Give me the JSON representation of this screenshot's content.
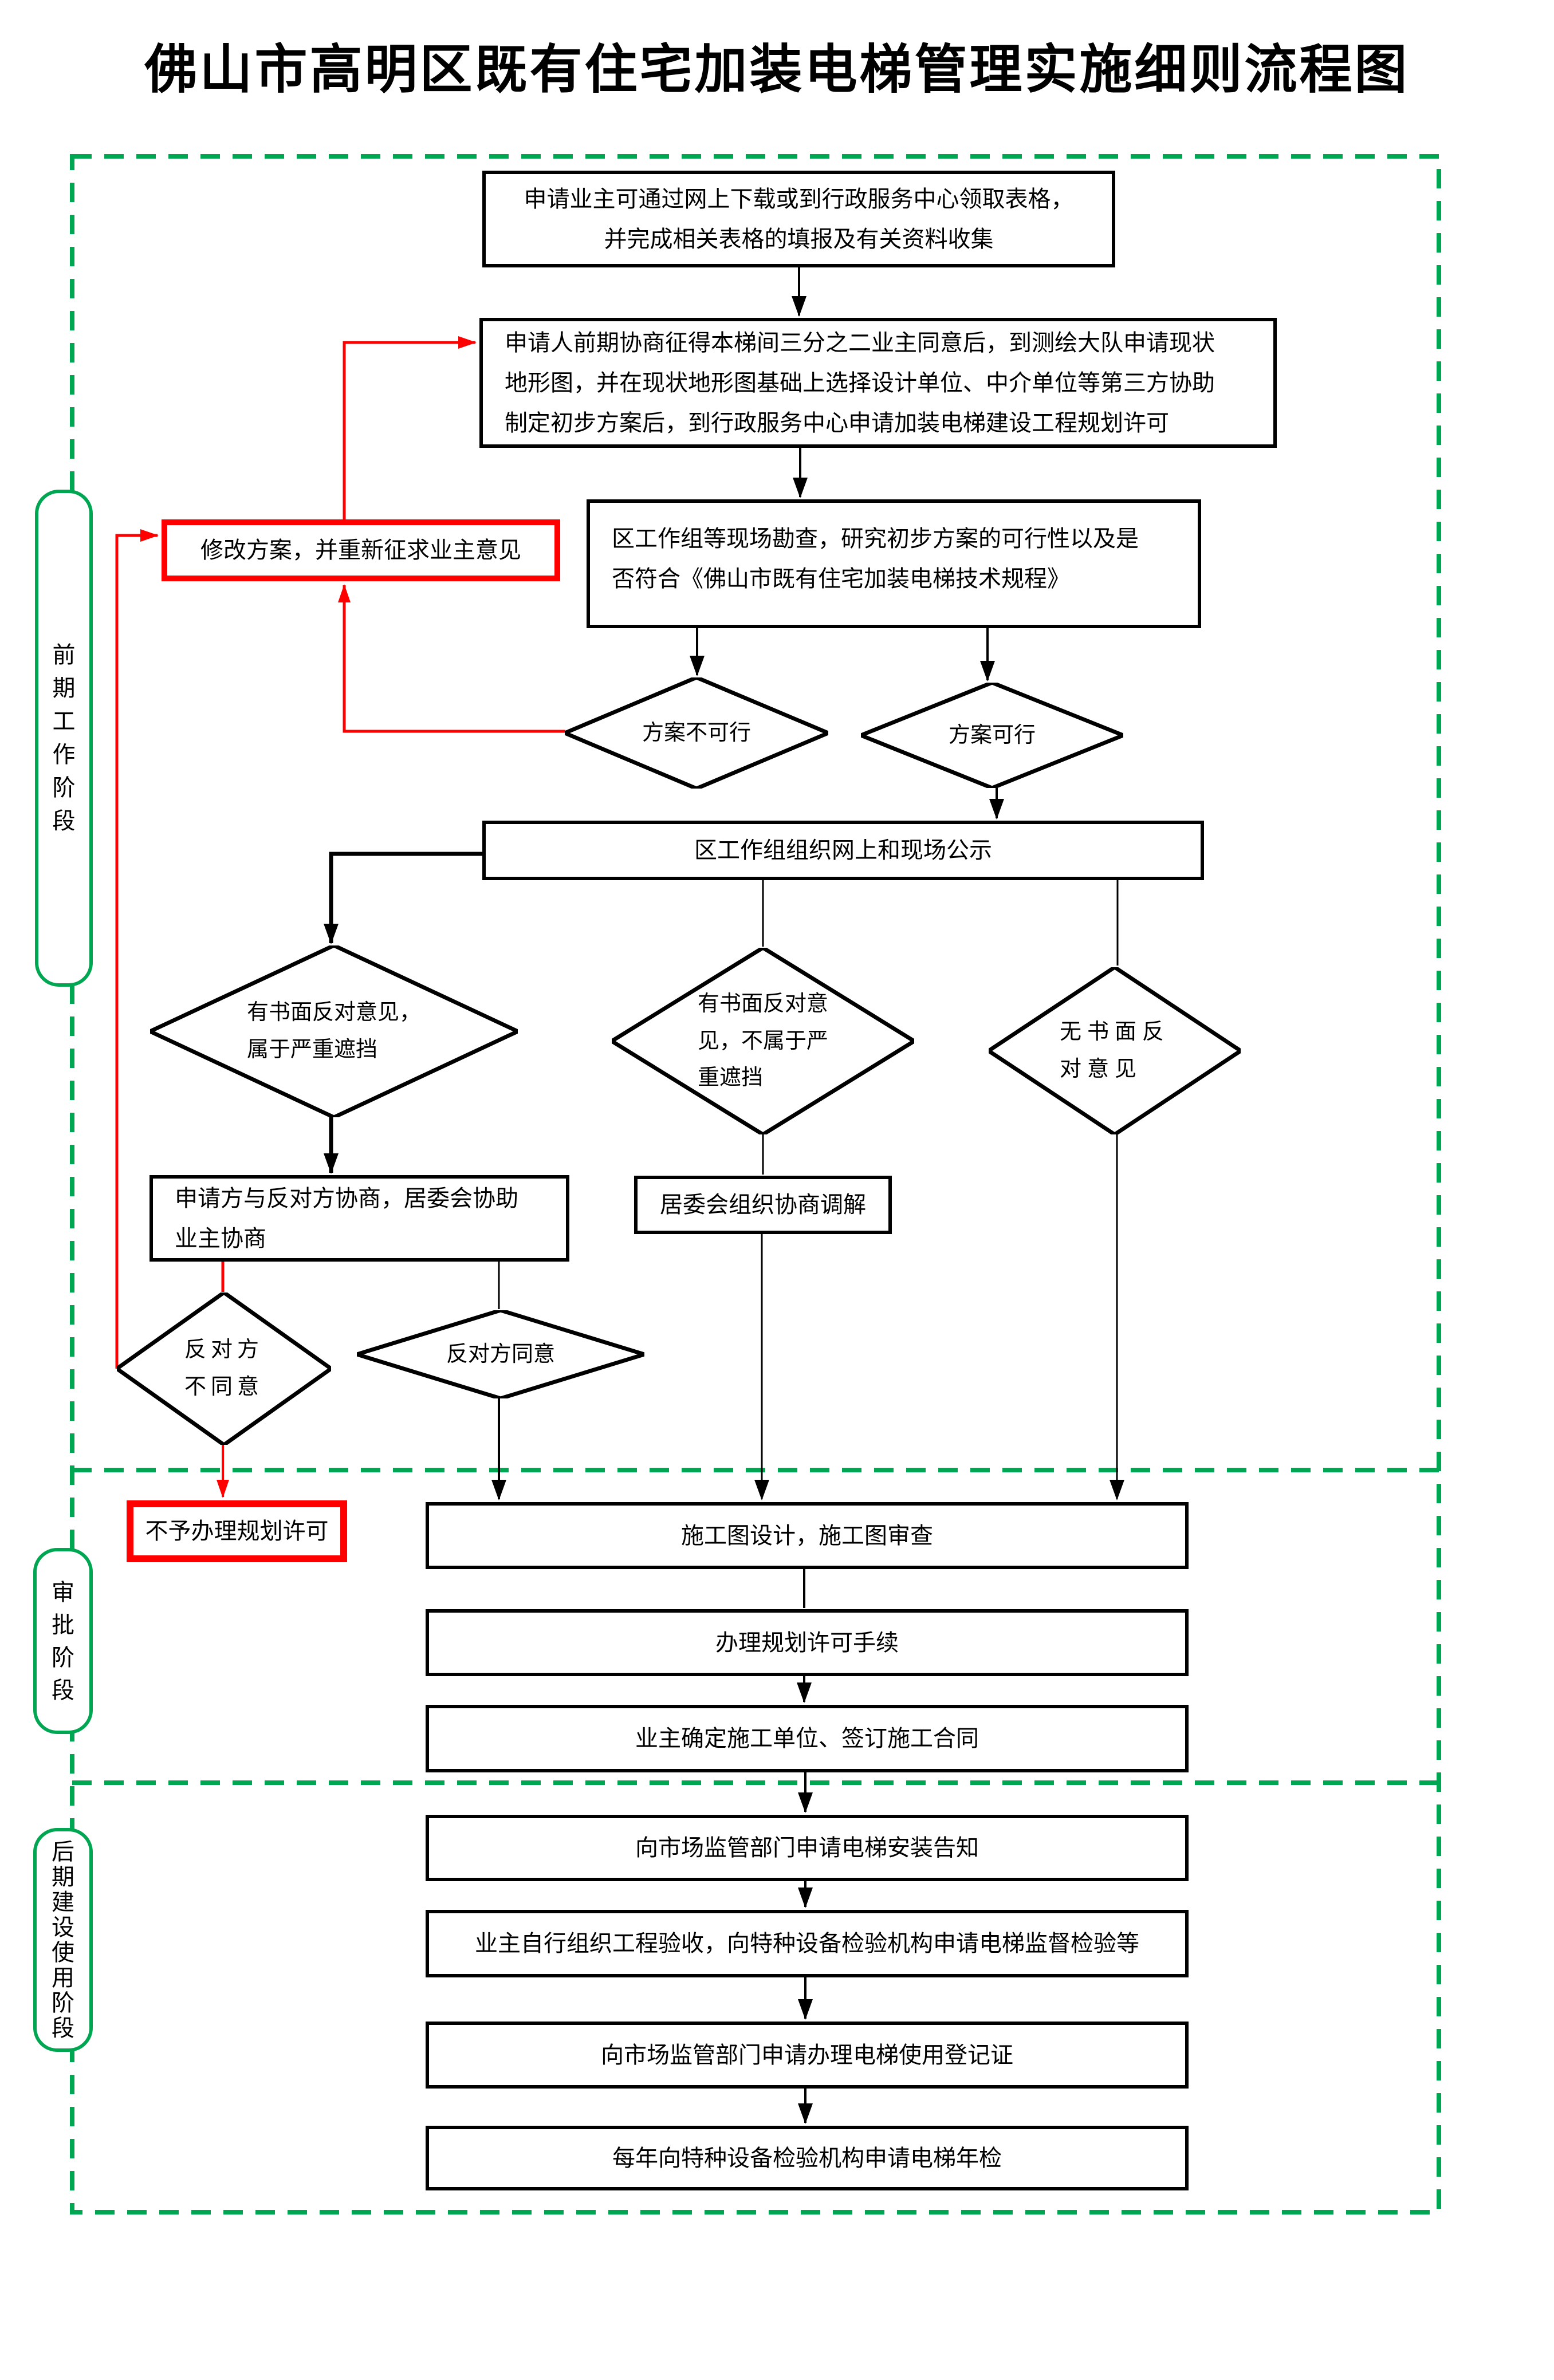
{
  "title": "佛山市高明区既有住宅加装电梯管理实施细则流程图",
  "phases": {
    "early": "前期工作阶段",
    "approval": "审批阶段",
    "later": "后期建设使用阶段"
  },
  "nodes": {
    "start": "申请业主可通过网上下载或到行政服务中心领取表格，\n并完成相关表格的填报及有关资料收集",
    "preNegotiation": "申请人前期协商征得本梯间三分之二业主同意后，到测绘大队申请现状\n地形图，并在现状地形图基础上选择设计单位、中介单位等第三方协助\n制定初步方案后，到行政服务中心申请加装电梯建设工程规划许可",
    "siteSurvey": "区工作组等现场勘查，研究初步方案的可行性以及是\n否符合《佛山市既有住宅加装电梯技术规程》",
    "revisePlan": "修改方案，并重新征求业主意见",
    "planInfeasible": "方案不可行",
    "planFeasible": "方案可行",
    "publicity": "区工作组组织网上和现场公示",
    "objectionSevere": "有书面反对意见，\n属于严重遮挡",
    "objectionNotSevere": "有书面反对意\n见，不属于严\n重遮挡",
    "noObjection": "无书面反\n对意见",
    "negotiateWithOpponent": "申请方与反对方协商，居委会协助\n业主协商",
    "committeeMediation": "居委会组织协商调解",
    "opponentDisagree": "反对方\n不同意",
    "opponentAgree": "反对方同意",
    "noPermit": "不予办理规划许可",
    "constructionDrawing": "施工图设计，施工图审查",
    "planningPermit": "办理规划许可手续",
    "signContract": "业主确定施工单位、签订施工合同",
    "installNotice": "向市场监管部门申请电梯安装告知",
    "acceptanceInspection": "业主自行组织工程验收，向特种设备检验机构申请电梯监督检验等",
    "useRegistration": "向市场监管部门申请办理电梯使用登记证",
    "annualInspection": "每年向特种设备检验机构申请电梯年检"
  },
  "colors": {
    "phase_border": "#00A651",
    "highlight": "#FF0000",
    "line": "#000000"
  }
}
